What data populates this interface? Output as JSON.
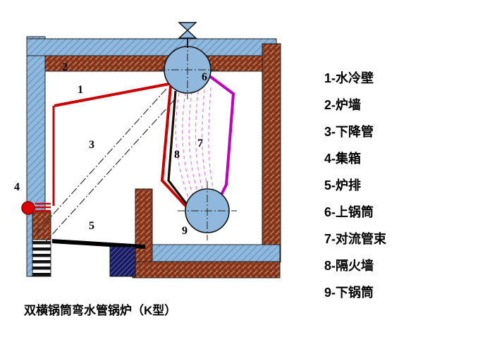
{
  "caption": "双横锅筒弯水管锅炉（K型）",
  "legend": {
    "items": [
      {
        "text": "1-水冷壁"
      },
      {
        "text": "2-炉墙"
      },
      {
        "text": "3-下降管"
      },
      {
        "text": "4-集箱"
      },
      {
        "text": "5-炉排"
      },
      {
        "text": "6-上锅筒"
      },
      {
        "text": "7-对流管束"
      },
      {
        "text": "8-隔火墙"
      },
      {
        "text": "9-下锅筒"
      }
    ]
  },
  "labels": {
    "l1": "1",
    "l2": "2",
    "l3": "3",
    "l4": "4",
    "l5": "5",
    "l6": "6",
    "l7": "7",
    "l8": "8",
    "l9": "9"
  },
  "colors": {
    "casing_blue": "#8FB8DC",
    "brick_brown": "#A24A2B",
    "water_wall_red": "#CC0000",
    "convection_magenta": "#BF00BF",
    "grate_black": "#000000",
    "dense_block_navy": "#1B1B5E"
  }
}
